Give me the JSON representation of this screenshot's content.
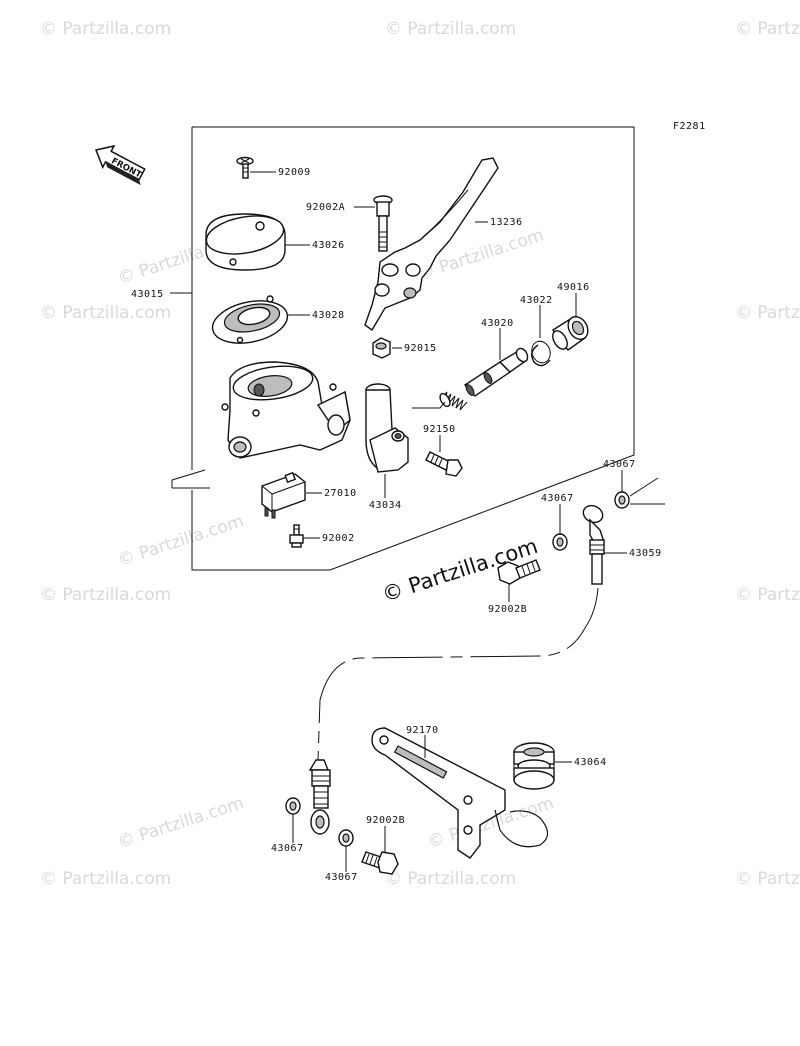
{
  "watermark": "© Partzilla.com",
  "figure_code": "F2281",
  "front_label": "FRONT",
  "parts": {
    "p92009": "92009",
    "p92002A": "92002A",
    "p13236": "13236",
    "p43026": "43026",
    "p43015": "43015",
    "p43028": "43028",
    "p43022": "43022",
    "p49016": "49016",
    "p43020": "43020",
    "p92015": "92015",
    "p92150": "92150",
    "p27010": "27010",
    "p43034": "43034",
    "p92002": "92002",
    "p43067a": "43067",
    "p43067b": "43067",
    "p43059": "43059",
    "p92002B_top": "92002B",
    "p92170": "92170",
    "p43064": "43064",
    "p43067c": "43067",
    "p92002B_bot": "92002B",
    "p43067d": "43067"
  }
}
